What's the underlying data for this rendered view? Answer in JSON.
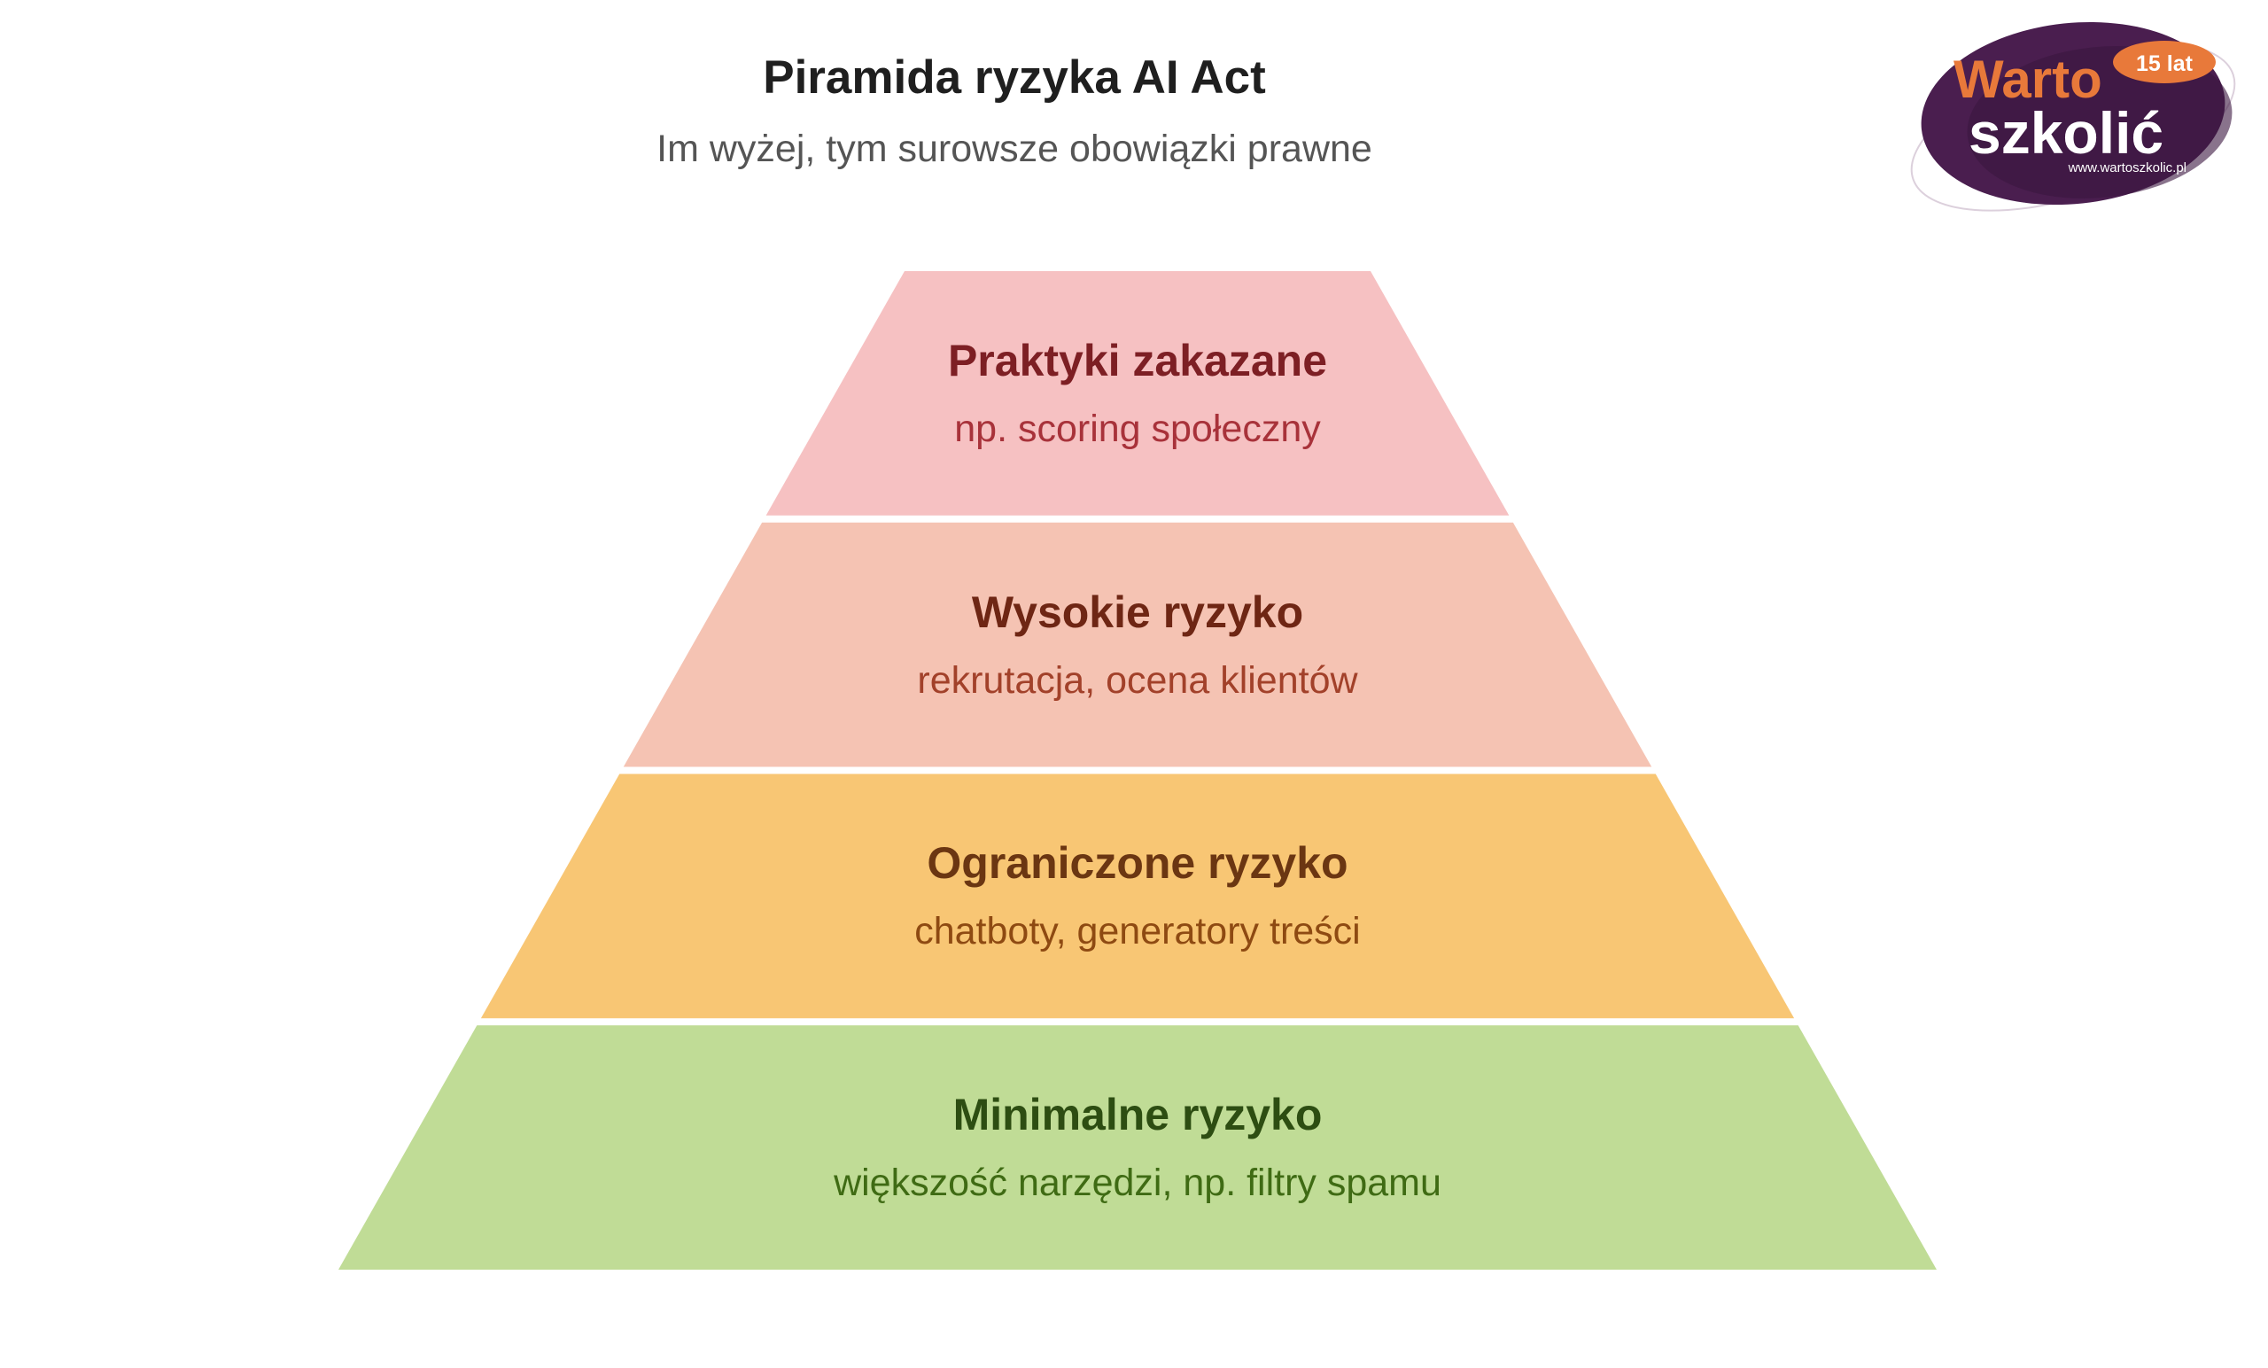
{
  "header": {
    "title": "Piramida ryzyka AI Act",
    "subtitle": "Im wyżej, tym surowsze obowiązki prawne"
  },
  "logo": {
    "word1": "Warto",
    "word2": "szkolić",
    "badge": "15 lat",
    "url": "www.wartoszkolic.pl",
    "colors": {
      "ellipse": "#4a1e4f",
      "ellipse_dark": "#2c0f33",
      "accent": "#e8793a",
      "text_light": "#ffffff"
    }
  },
  "pyramid": {
    "tiers": [
      {
        "name": "Praktyki zakazane",
        "example": "np. scoring społeczny",
        "fill": "#f6c1c2",
        "name_color": "#7d1f24",
        "example_color": "#a8323a"
      },
      {
        "name": "Wysokie ryzyko",
        "example": "rekrutacja, ocena klientów",
        "fill": "#f5c3b3",
        "name_color": "#6e2614",
        "example_color": "#a2412a"
      },
      {
        "name": "Ograniczone ryzyko",
        "example": "chatboty, generatory treści",
        "fill": "#f8c674",
        "name_color": "#6b3612",
        "example_color": "#8e4a12"
      },
      {
        "name": "Minimalne ryzyko",
        "example": "większość narzędzi, np. filtry spamu",
        "fill": "#c0dc96",
        "name_color": "#2d4d12",
        "example_color": "#3f6b14"
      }
    ]
  }
}
